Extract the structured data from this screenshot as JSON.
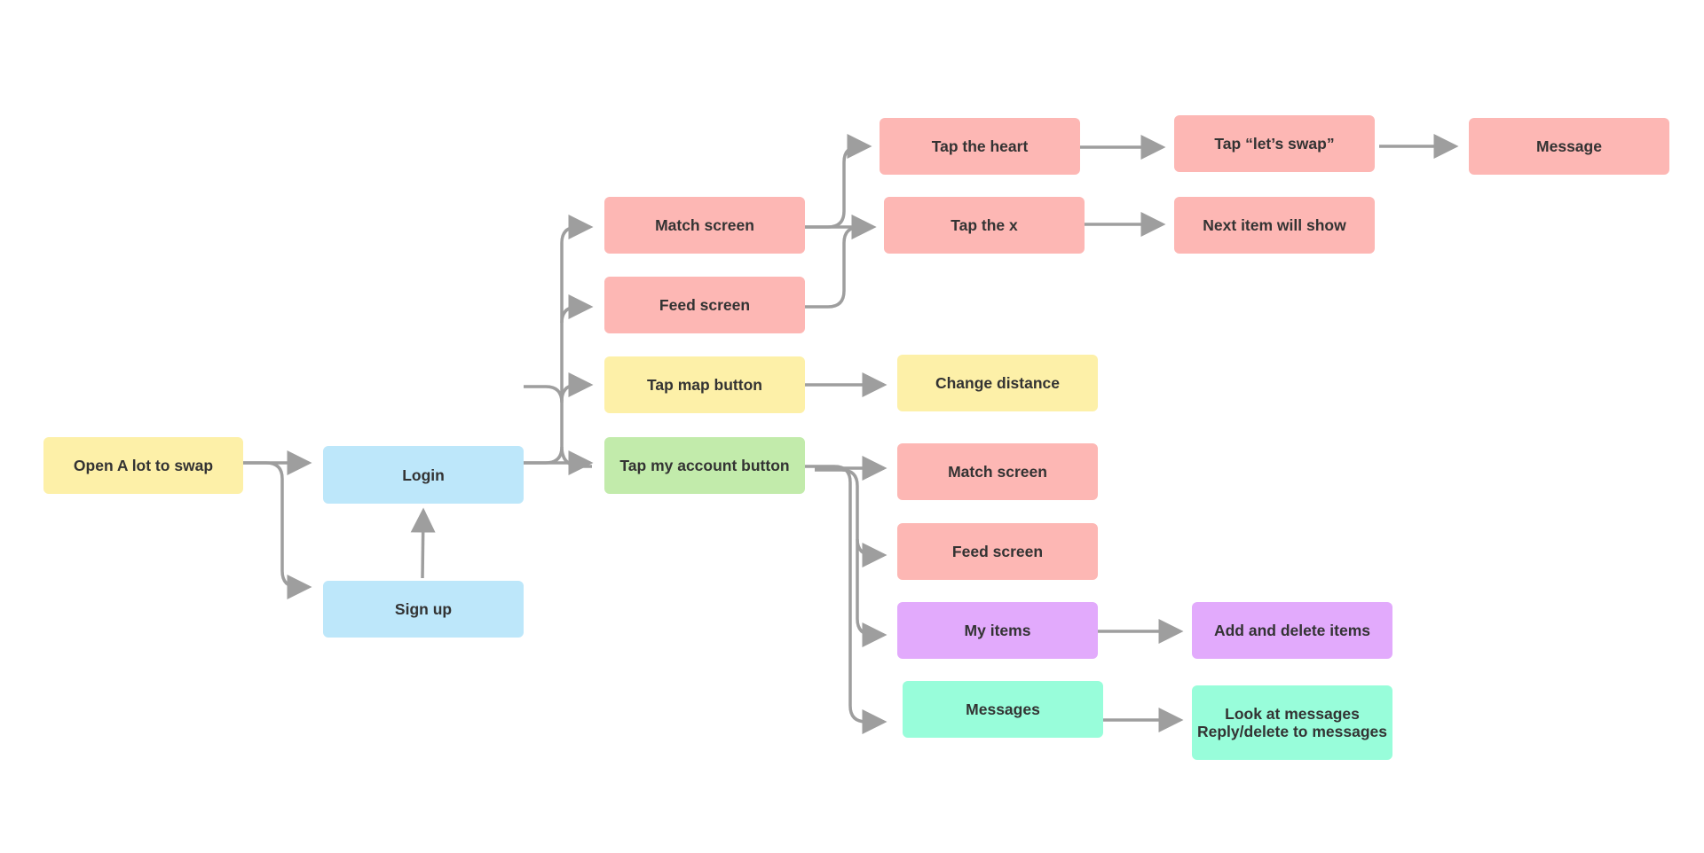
{
  "colors": {
    "yellow": "#fdf0a8",
    "blue": "#bde7fa",
    "red": "#fdb7b4",
    "green": "#c2ebab",
    "purple": "#e2aafc",
    "teal": "#98fdda",
    "connector": "#9e9e9e"
  },
  "nodes": {
    "open_app": "Open A lot to swap",
    "login": "Login",
    "sign_up": "Sign up",
    "match_screen": "Match screen",
    "feed_screen": "Feed screen",
    "tap_map_button": "Tap map button",
    "tap_my_account_button": "Tap my account button",
    "tap_the_heart": "Tap the heart",
    "tap_the_x": "Tap the x",
    "tap_lets_swap": "Tap “let’s swap”",
    "message": "Message",
    "next_item_will_show": "Next item will show",
    "change_distance": "Change distance",
    "account_match_screen": "Match screen",
    "account_feed_screen": "Feed screen",
    "my_items": "My items",
    "add_and_delete_items": "Add and delete items",
    "messages": "Messages",
    "look_at_messages": "Look at messages\nReply/delete to messages"
  }
}
